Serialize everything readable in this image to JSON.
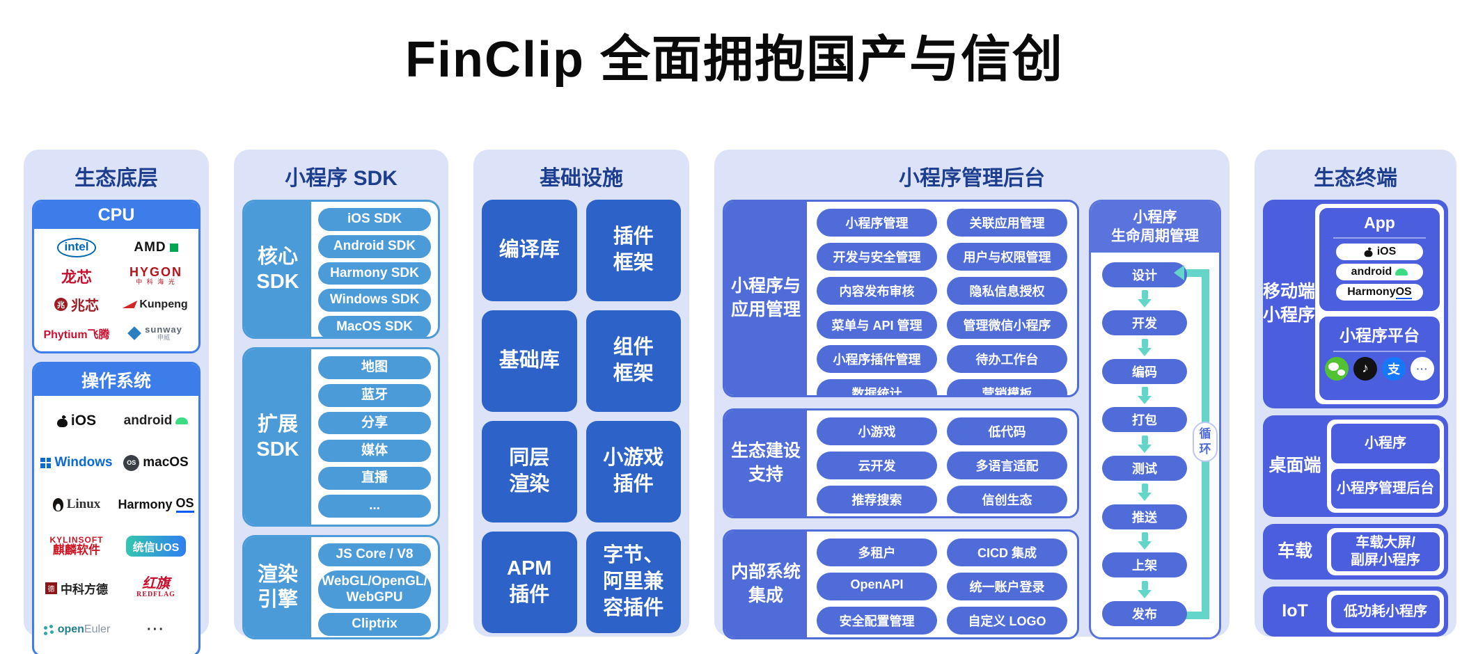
{
  "title": "FinClip 全面拥抱国产与信创",
  "colors": {
    "panel_bg": "#dce3f8",
    "navy_text": "#1d3e8e",
    "accent_blue": "#3c7dea",
    "sky_blue": "#4c9bd9",
    "royal_blue": "#2d62c8",
    "indigo": "#4f6cd9",
    "terminal_indigo": "#4b5ede",
    "teal_arrow": "#63d6c9"
  },
  "eco_base": {
    "header": "生态底层",
    "cpu": {
      "header": "CPU",
      "logos": {
        "intel": "intel",
        "amd": "AMD",
        "loongson": "龙芯",
        "hygon": "HYGON",
        "hygon_sub": "中 科 海 光",
        "zhaoxin_badge": "兆",
        "zhaoxin": "兆芯",
        "kunpeng": "Kunpeng",
        "phytium": "Phytium飞腾",
        "sunway": "sunway",
        "sunway_sub": "申威"
      }
    },
    "os": {
      "header": "操作系统",
      "logos": {
        "ios": "iOS",
        "android": "android",
        "windows": "Windows",
        "macos_badge": "OS",
        "macos": "macOS",
        "linux": "Linux",
        "harmony": "Harmony",
        "harmony_os": "OS",
        "kylin_top": "KYLINSOFT",
        "kylin": "麒麟软件",
        "uos": "统信UOS",
        "fangde_badge": "德",
        "fangde": "中科方德",
        "redflag_cn": "红旗",
        "redflag_en": "REDFLAG",
        "openeuler_open": "open",
        "openeuler_euler": "Euler",
        "more": "···"
      }
    }
  },
  "sdk": {
    "header": "小程序 SDK",
    "core": {
      "label": "核心\nSDK",
      "pills": [
        "iOS SDK",
        "Android SDK",
        "Harmony SDK",
        "Windows SDK",
        "MacOS SDK"
      ]
    },
    "ext": {
      "label": "扩展\nSDK",
      "pills": [
        "地图",
        "蓝牙",
        "分享",
        "媒体",
        "直播",
        "..."
      ]
    },
    "render": {
      "label": "渲染\n引擎",
      "pills": [
        "JS Core / V8",
        "WebGL/OpenGL/\nWebGPU",
        "Cliptrix"
      ]
    }
  },
  "infra": {
    "header": "基础设施",
    "blocks": [
      "编译库",
      "插件\n框架",
      "基础库",
      "组件\n框架",
      "同层\n渲染",
      "小游戏\n插件",
      "APM\n插件",
      "字节、\n阿里兼\n容插件"
    ]
  },
  "admin": {
    "header": "小程序管理后台",
    "groups": [
      {
        "label": "小程序与\n应用管理",
        "pills": [
          "小程序管理",
          "关联应用管理",
          "开发与安全管理",
          "用户与权限管理",
          "内容发布审核",
          "隐私信息授权",
          "菜单与 API 管理",
          "管理微信小程序",
          "小程序插件管理",
          "待办工作台",
          "数据统计",
          "营销模板"
        ]
      },
      {
        "label": "生态建设\n支持",
        "pills": [
          "小游戏",
          "低代码",
          "云开发",
          "多语言适配",
          "推荐搜索",
          "信创生态"
        ]
      },
      {
        "label": "内部系统\n集成",
        "pills": [
          "多租户",
          "CICD 集成",
          "OpenAPI",
          "统一账户登录",
          "安全配置管理",
          "自定义 LOGO"
        ]
      }
    ],
    "lifecycle": {
      "header": "小程序\n生命周期管理",
      "steps": [
        "设计",
        "开发",
        "编码",
        "打包",
        "测试",
        "推送",
        "上架",
        "发布"
      ],
      "loop_label": "循\n环"
    }
  },
  "terminal": {
    "header": "生态终端",
    "mobile": {
      "label": "移动端\n小程序",
      "app": {
        "header": "App",
        "ios": "iOS",
        "android": "android",
        "harmony_a": "Harmony",
        "harmony_b": "OS"
      },
      "platform": {
        "header": "小程序平台",
        "alipay_glyph": "支",
        "douyin_glyph": "♪",
        "more_glyph": "···"
      }
    },
    "desktop": {
      "label": "桌面端",
      "boxes": [
        "小程序",
        "小程序管理后台"
      ]
    },
    "car": {
      "label": "车载",
      "boxes": [
        "车载大屏/\n副屏小程序"
      ]
    },
    "iot": {
      "label": "IoT",
      "boxes": [
        "低功耗小程序"
      ]
    }
  }
}
